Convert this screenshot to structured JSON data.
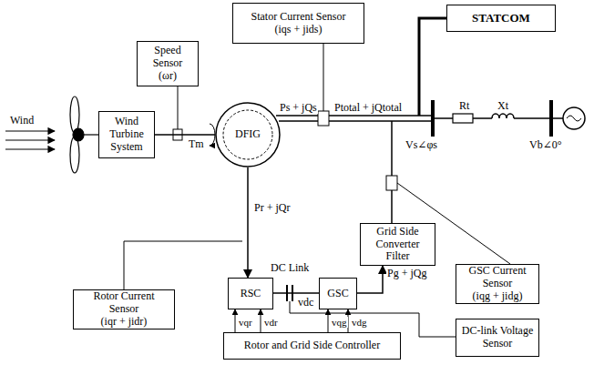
{
  "diagram": {
    "nodes": [
      {
        "text": [
          "Stator Current Sensor",
          "(iqs + jids)"
        ]
      },
      {
        "text": [
          "STATCOM"
        ]
      },
      {
        "text": [
          "Speed Sensor",
          "(ωr)"
        ]
      },
      {
        "text": [
          "Wind Turbine System"
        ]
      },
      {
        "text": [
          "DFIG"
        ]
      },
      {
        "text": [
          "Grid Side Converter Filter"
        ]
      },
      {
        "text": [
          "GSC Current Sensor",
          "(iqg + jidg)"
        ]
      },
      {
        "text": [
          "Rotor Current Sensor",
          "(iqr + jidr)"
        ]
      },
      {
        "text": [
          "RSC"
        ]
      },
      {
        "text": [
          "GSC"
        ]
      },
      {
        "text": [
          "DC-link Voltage Sensor"
        ]
      },
      {
        "text": [
          "Rotor and Grid Side Controller"
        ]
      }
    ],
    "edges": [
      {
        "from": 3,
        "to": 4,
        "arrow": "none"
      },
      {
        "from": 4,
        "to": 8,
        "arrow": "to",
        "label": "Pr + jQr"
      },
      {
        "from": 8,
        "to": 9,
        "arrow": "none"
      },
      {
        "from": 9,
        "to": 5,
        "arrow": "to",
        "label": "Pg + jQg"
      },
      {
        "from": 11,
        "to": 8,
        "arrow": "to",
        "label": "vqr"
      },
      {
        "from": 11,
        "to": 8,
        "arrow": "to",
        "label": "vdr"
      },
      {
        "from": 11,
        "to": 9,
        "arrow": "to",
        "label": "vqg"
      },
      {
        "from": 11,
        "to": 9,
        "arrow": "to",
        "label": "vdg"
      }
    ],
    "labels": [
      "Wind",
      "Tm",
      "Ps + jQs",
      "Ptotal + jQtotal",
      "Rt",
      "Xt",
      "Vs∠φs",
      "Vb∠0°",
      "DC Link",
      "vdc"
    ]
  }
}
